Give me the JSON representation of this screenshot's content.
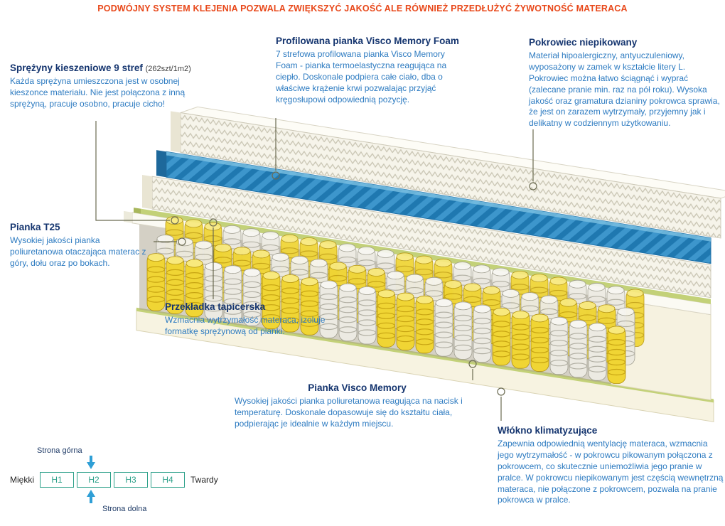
{
  "colors": {
    "header_text": "#e8481a",
    "annotation_title": "#15356f",
    "annotation_body": "#2d7bc1",
    "scale_teal": "#2ca089",
    "arrow_blue": "#2f9fd6",
    "callout_line": "#6a6a50",
    "spring_yellow": "#f0d534",
    "spring_white": "#eceae2",
    "visco_blue": "#2f86bd",
    "base_green": "#c3d178"
  },
  "header": {
    "title": "PODWÓJNY SYSTEM KLEJENIA POZWALA ZWIĘKSZYĆ JAKOŚĆ ALE RÓWNIEŻ PRZEDŁUŻYĆ ŻYWOTNOŚĆ MATERACA"
  },
  "annotations": {
    "springs": {
      "title": "Sprężyny kieszeniowe 9 stref",
      "subtitle": "(262szt/1m2)",
      "body": "Każda sprężyna umieszczona jest w osobnej kieszonce materiału. Nie jest połączona z inną sprężyną, pracuje osobno, pracuje cicho!"
    },
    "profiled_foam": {
      "title": "Profilowana pianka Visco Memory Foam",
      "body": "7 strefowa profilowana pianka Visco Memory Foam - pianka termoelastyczna reagująca na ciepło. Doskonale podpiera całe ciało, dba o właściwe krążenie krwi pozwalając przyjąć kręgosłupowi odpowiednią pozycję."
    },
    "cover": {
      "title": "Pokrowiec niepikowany",
      "body": "Materiał hipoalergiczny, antyuczuleniowy, wyposażony w zamek w kształcie litery L. Pokrowiec można łatwo ściągnąć i wyprać (zalecane pranie min. raz na pół roku). Wysoka jakość oraz gramatura dzianiny pokrowca sprawia, że jest on zarazem wytrzymały, przyjemny jak i delikatny w codziennym użytkowaniu."
    },
    "foam_t25": {
      "title": "Pianka T25",
      "body": "Wysokiej jakości pianka poliuretanowa otaczająca materac z góry, dołu oraz po bokach."
    },
    "upholstery_spacer": {
      "title": "Przekładka tapicerska",
      "body": "Wzmacnia wytrzymałość materaca, izoluje formatkę sprężynową od pianki."
    },
    "visco_memory": {
      "title": "Pianka Visco Memory",
      "body": "Wysokiej jakości pianka poliuretanowa reagująca na nacisk i temperaturę. Doskonale dopasowuje się do kształtu ciała, podpierając je idealnie w każdym miejscu."
    },
    "climate_fiber": {
      "title": "Włókno klimatyzujące",
      "body": "Zapewnia odpowiednią wentylację materaca, wzmacnia jego wytrzymałość - w pokrowcu pikowanym połączona z pokrowcem, co skutecznie uniemożliwia jego pranie w pralce. W pokrowcu niepikowanym jest częścią wewnętrzną materaca, nie połączone z pokrowcem, pozwala na pranie pokrowca w pralce."
    }
  },
  "hardness_scale": {
    "top_side_label": "Strona górna",
    "bottom_side_label": "Strona dolna",
    "soft_label": "Miękki",
    "hard_label": "Twardy",
    "levels": [
      "H1",
      "H2",
      "H3",
      "H4"
    ]
  }
}
